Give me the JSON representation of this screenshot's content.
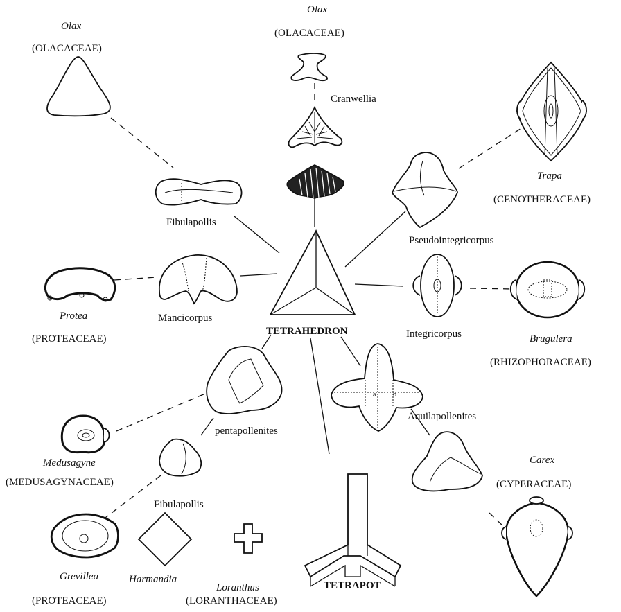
{
  "labels": {
    "olax_left": "Olax",
    "olacaceae_left": "(OLACACEAE)",
    "olax_top": "Olax",
    "olacaceae_top": "(OLACACEAE)",
    "cranwellia": "Cranwellia",
    "trapa": "Trapa",
    "cenotheraceae": "(CENOTHERACEAE)",
    "fibulapollis_upper": "Fibulapollis",
    "pseudointegricorpus": "Pseudointegricorpus",
    "protea": "Protea",
    "mancicorpus": "Mancicorpus",
    "proteaceae_left": "(PROTEACEAE)",
    "tetrahedron": "TETRAHEDRON",
    "integricorpus": "Integricorpus",
    "brugulera": "Brugulera",
    "rhizophoraceae": "(RHIZOPHORACEAE)",
    "aquilapollenites": "Aquilapollenites",
    "pentapollenites": "pentapollenites",
    "medusagyne": "Medusagyne",
    "medusagynaceae": "(MEDUSAGYNACEAE)",
    "carex": "Carex",
    "cyperaceae": "(CYPERACEAE)",
    "fibulapollis_lower": "Fibulapollis",
    "grevillea": "Grevillea",
    "harmandia": "Harmandia",
    "loranthus": "Loranthus",
    "tetrapot": "TETRAPOT",
    "proteaceae_bottom": "(PROTEACEAE)",
    "loranthaceae": "(LORANTHACEAE)",
    "aquila_a": "a",
    "aquila_b": "b"
  }
}
